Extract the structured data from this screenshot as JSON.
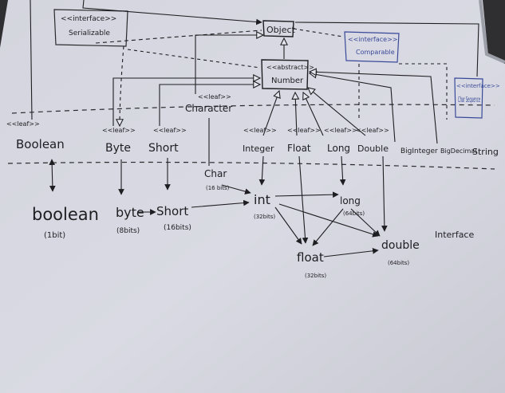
{
  "board": {
    "interfaces": {
      "serializable_stereotype": "<<interface>>",
      "serializable_name": "Serializable",
      "comparable_stereotype": "<<interface>>",
      "comparable_name": "Comparable",
      "charsequence_stereotype": "<<interface>>",
      "charsequence_name": "Char Sequence"
    },
    "object_label": "Object",
    "number_stereotype": "<<abstract>>",
    "number_label": "Number",
    "leaf_stereotype": "<<leaf>>",
    "wrappers": {
      "boolean": "Boolean",
      "byte": "Byte",
      "short": "Short",
      "character": "Character",
      "integer": "Integer",
      "float": "Float",
      "long": "Long",
      "double": "Double",
      "biginteger": "BigInteger",
      "bigdecimal": "BigDecimal",
      "string": "String"
    },
    "primitives": {
      "boolean": "boolean",
      "boolean_bits": "(1bit)",
      "byte": "byte",
      "byte_bits": "(8bits)",
      "short": "Short",
      "short_bits": "(16bits)",
      "char": "Char",
      "char_bits": "(16 bits)",
      "int": "int",
      "int_bits": "(32bits)",
      "long": "long",
      "long_bits": "(64bits)",
      "float": "float",
      "float_bits": "(32bits)",
      "double": "double",
      "double_bits": "(64bits)"
    },
    "note": "Interface"
  },
  "colors": {
    "wall": "#2f2f31",
    "board": "#d9dae3",
    "ink": "#1e1e22",
    "blue_ink": "#3a4a9a",
    "frame": "#9c9fa8"
  }
}
